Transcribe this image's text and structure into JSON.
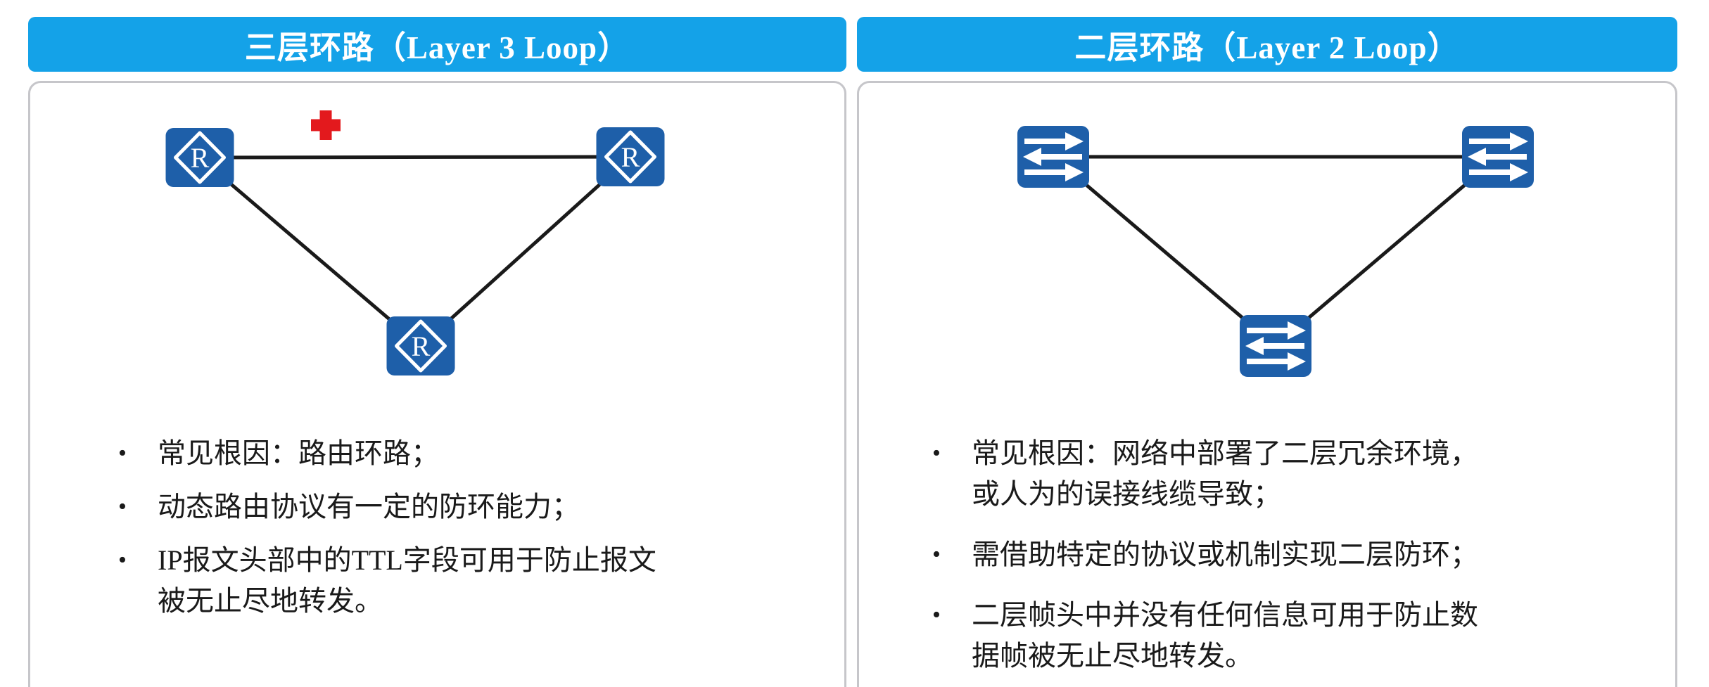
{
  "colors": {
    "title_bar_bg": "#14a2e8",
    "title_text": "#ffffff",
    "node_blue": "#1e5fa9",
    "cross_red": "#e3191d",
    "link_line": "#1a1a1a",
    "panel_border": "#c6c6ca",
    "body_text": "#1a1a1a"
  },
  "icons": {
    "router_glyph": "R",
    "bullet_char": "•"
  },
  "panels": [
    {
      "title": "三层环路（Layer 3 Loop）",
      "node_type": "router",
      "bullets": [
        "常见根因：路由环路；",
        "动态路由协议有一定的防环能力；",
        "IP报文头部中的TTL字段可用于防止报文\n被无止尽地转发。"
      ]
    },
    {
      "title": "二层环路（Layer 2 Loop）",
      "node_type": "switch",
      "bullets": [
        "常见根因：网络中部署了二层冗余环境，\n或人为的误接线缆导致；",
        "需借助特定的协议或机制实现二层防环；",
        "二层帧头中并没有任何信息可用于防止数\n据帧被无止尽地转发。"
      ]
    }
  ]
}
